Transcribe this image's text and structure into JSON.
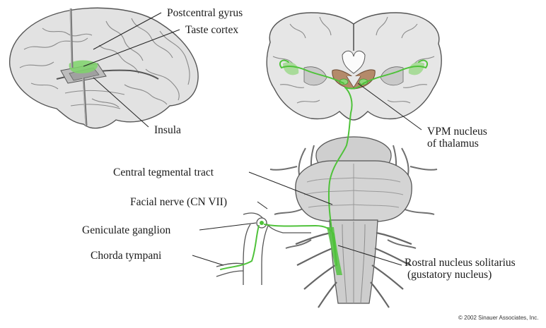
{
  "labels": {
    "postcentral_gyrus": "Postcentral gyrus",
    "taste_cortex": "Taste cortex",
    "insula": "Insula",
    "vpm_line1": "VPM nucleus",
    "vpm_line2": "of thalamus",
    "central_tegmental_tract": "Central tegmental tract",
    "facial_nerve": "Facial nerve (CN VII)",
    "geniculate_ganglion": "Geniculate ganglion",
    "chorda_tympani": "Chorda tympani",
    "rostral_line1": "Rostral nucleus solitarius",
    "rostral_line2": "(gustatory nucleus)"
  },
  "copyright": "© 2002 Sinauer Associates, Inc.",
  "colors": {
    "pathway": "#4fc23a",
    "brain_fill": "#dcdcdc",
    "outline": "#4a4a4a"
  }
}
